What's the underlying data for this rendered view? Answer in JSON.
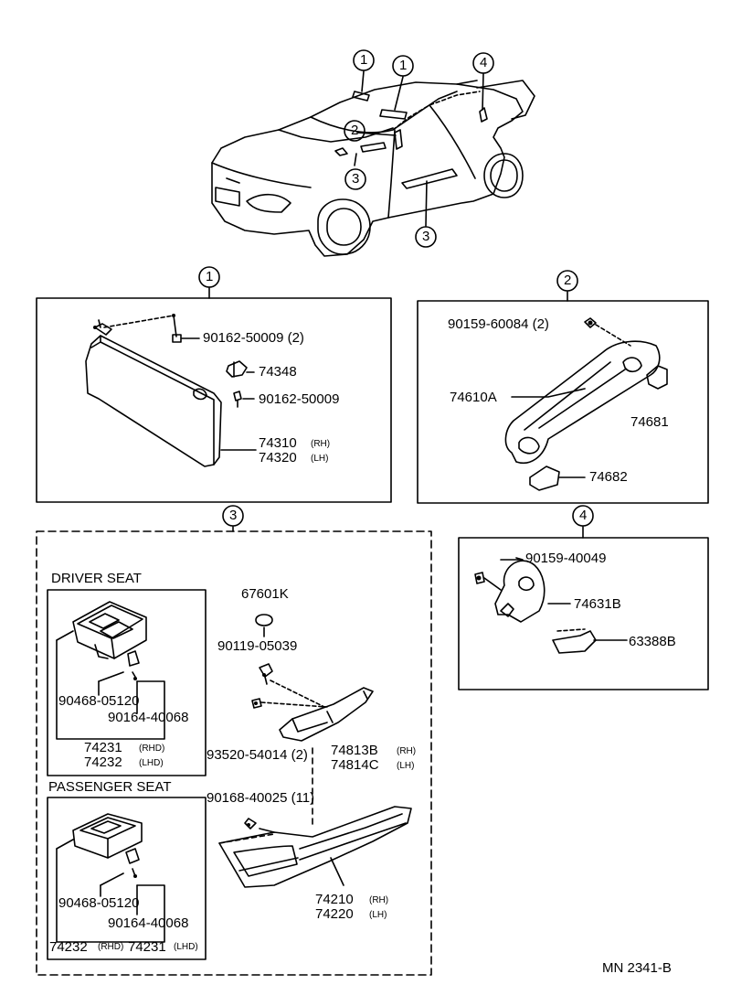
{
  "callouts": {
    "c1": "1",
    "c2": "2",
    "c3": "3",
    "c4": "4"
  },
  "panel1": {
    "p1": "90162-50009 (2)",
    "p2": "74348",
    "p3": "90162-50009",
    "p4": "74310",
    "p4_note": "(RH)",
    "p5": "74320",
    "p5_note": "(LH)"
  },
  "panel2": {
    "p1": "90159-60084 (2)",
    "p2": "74610A",
    "p3": "74681",
    "p4": "74682"
  },
  "panel4": {
    "p1": "90159-40049",
    "p2": "74631B",
    "p3": "63388B"
  },
  "panel3": {
    "driver_title": "DRIVER SEAT",
    "passenger_title": "PASSENGER SEAT",
    "d1": "90468-05120",
    "d2": "90164-40068",
    "d3": "74231",
    "d3_note": "(RHD)",
    "d4": "74232",
    "d4_note": "(LHD)",
    "ps1": "90468-05120",
    "ps2": "90164-40068",
    "ps3": "74232",
    "ps3_note": "(RHD)",
    "ps4": "74231",
    "ps4_note": "(LHD)",
    "m1": "67601K",
    "m2": "90119-05039",
    "m3": "93520-54014 (2)",
    "m4": "74813B",
    "m4_note": "(RH)",
    "m5": "74814C",
    "m5_note": "(LH)",
    "m6": "90168-40025 (11)",
    "m7": "74210",
    "m7_note": "(RH)",
    "m8": "74220",
    "m8_note": "(LH)"
  },
  "footer": {
    "code": "MN 2341-B"
  }
}
